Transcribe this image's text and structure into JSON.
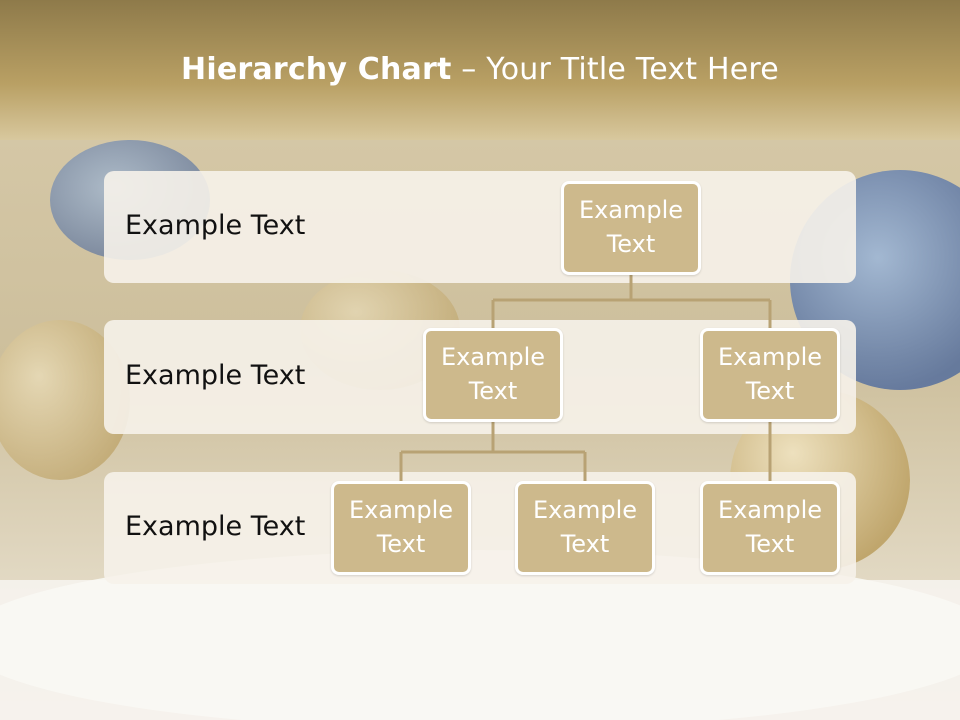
{
  "slide": {
    "title_bold": "Hierarchy Chart",
    "title_rest": " – Your Title Text Here"
  },
  "levels": [
    {
      "label": "Example Text"
    },
    {
      "label": "Example Text"
    },
    {
      "label": "Example Text"
    }
  ],
  "nodes": {
    "root": "Example\nText",
    "l2_left": "Example\nText",
    "l2_right": "Example\nText",
    "l3_a": "Example\nText",
    "l3_b": "Example\nText",
    "l3_c": "Example\nText"
  },
  "colors": {
    "node_fill": "#cdb98c",
    "connector": "#b8a274",
    "header_gold": "#a88f4f"
  }
}
